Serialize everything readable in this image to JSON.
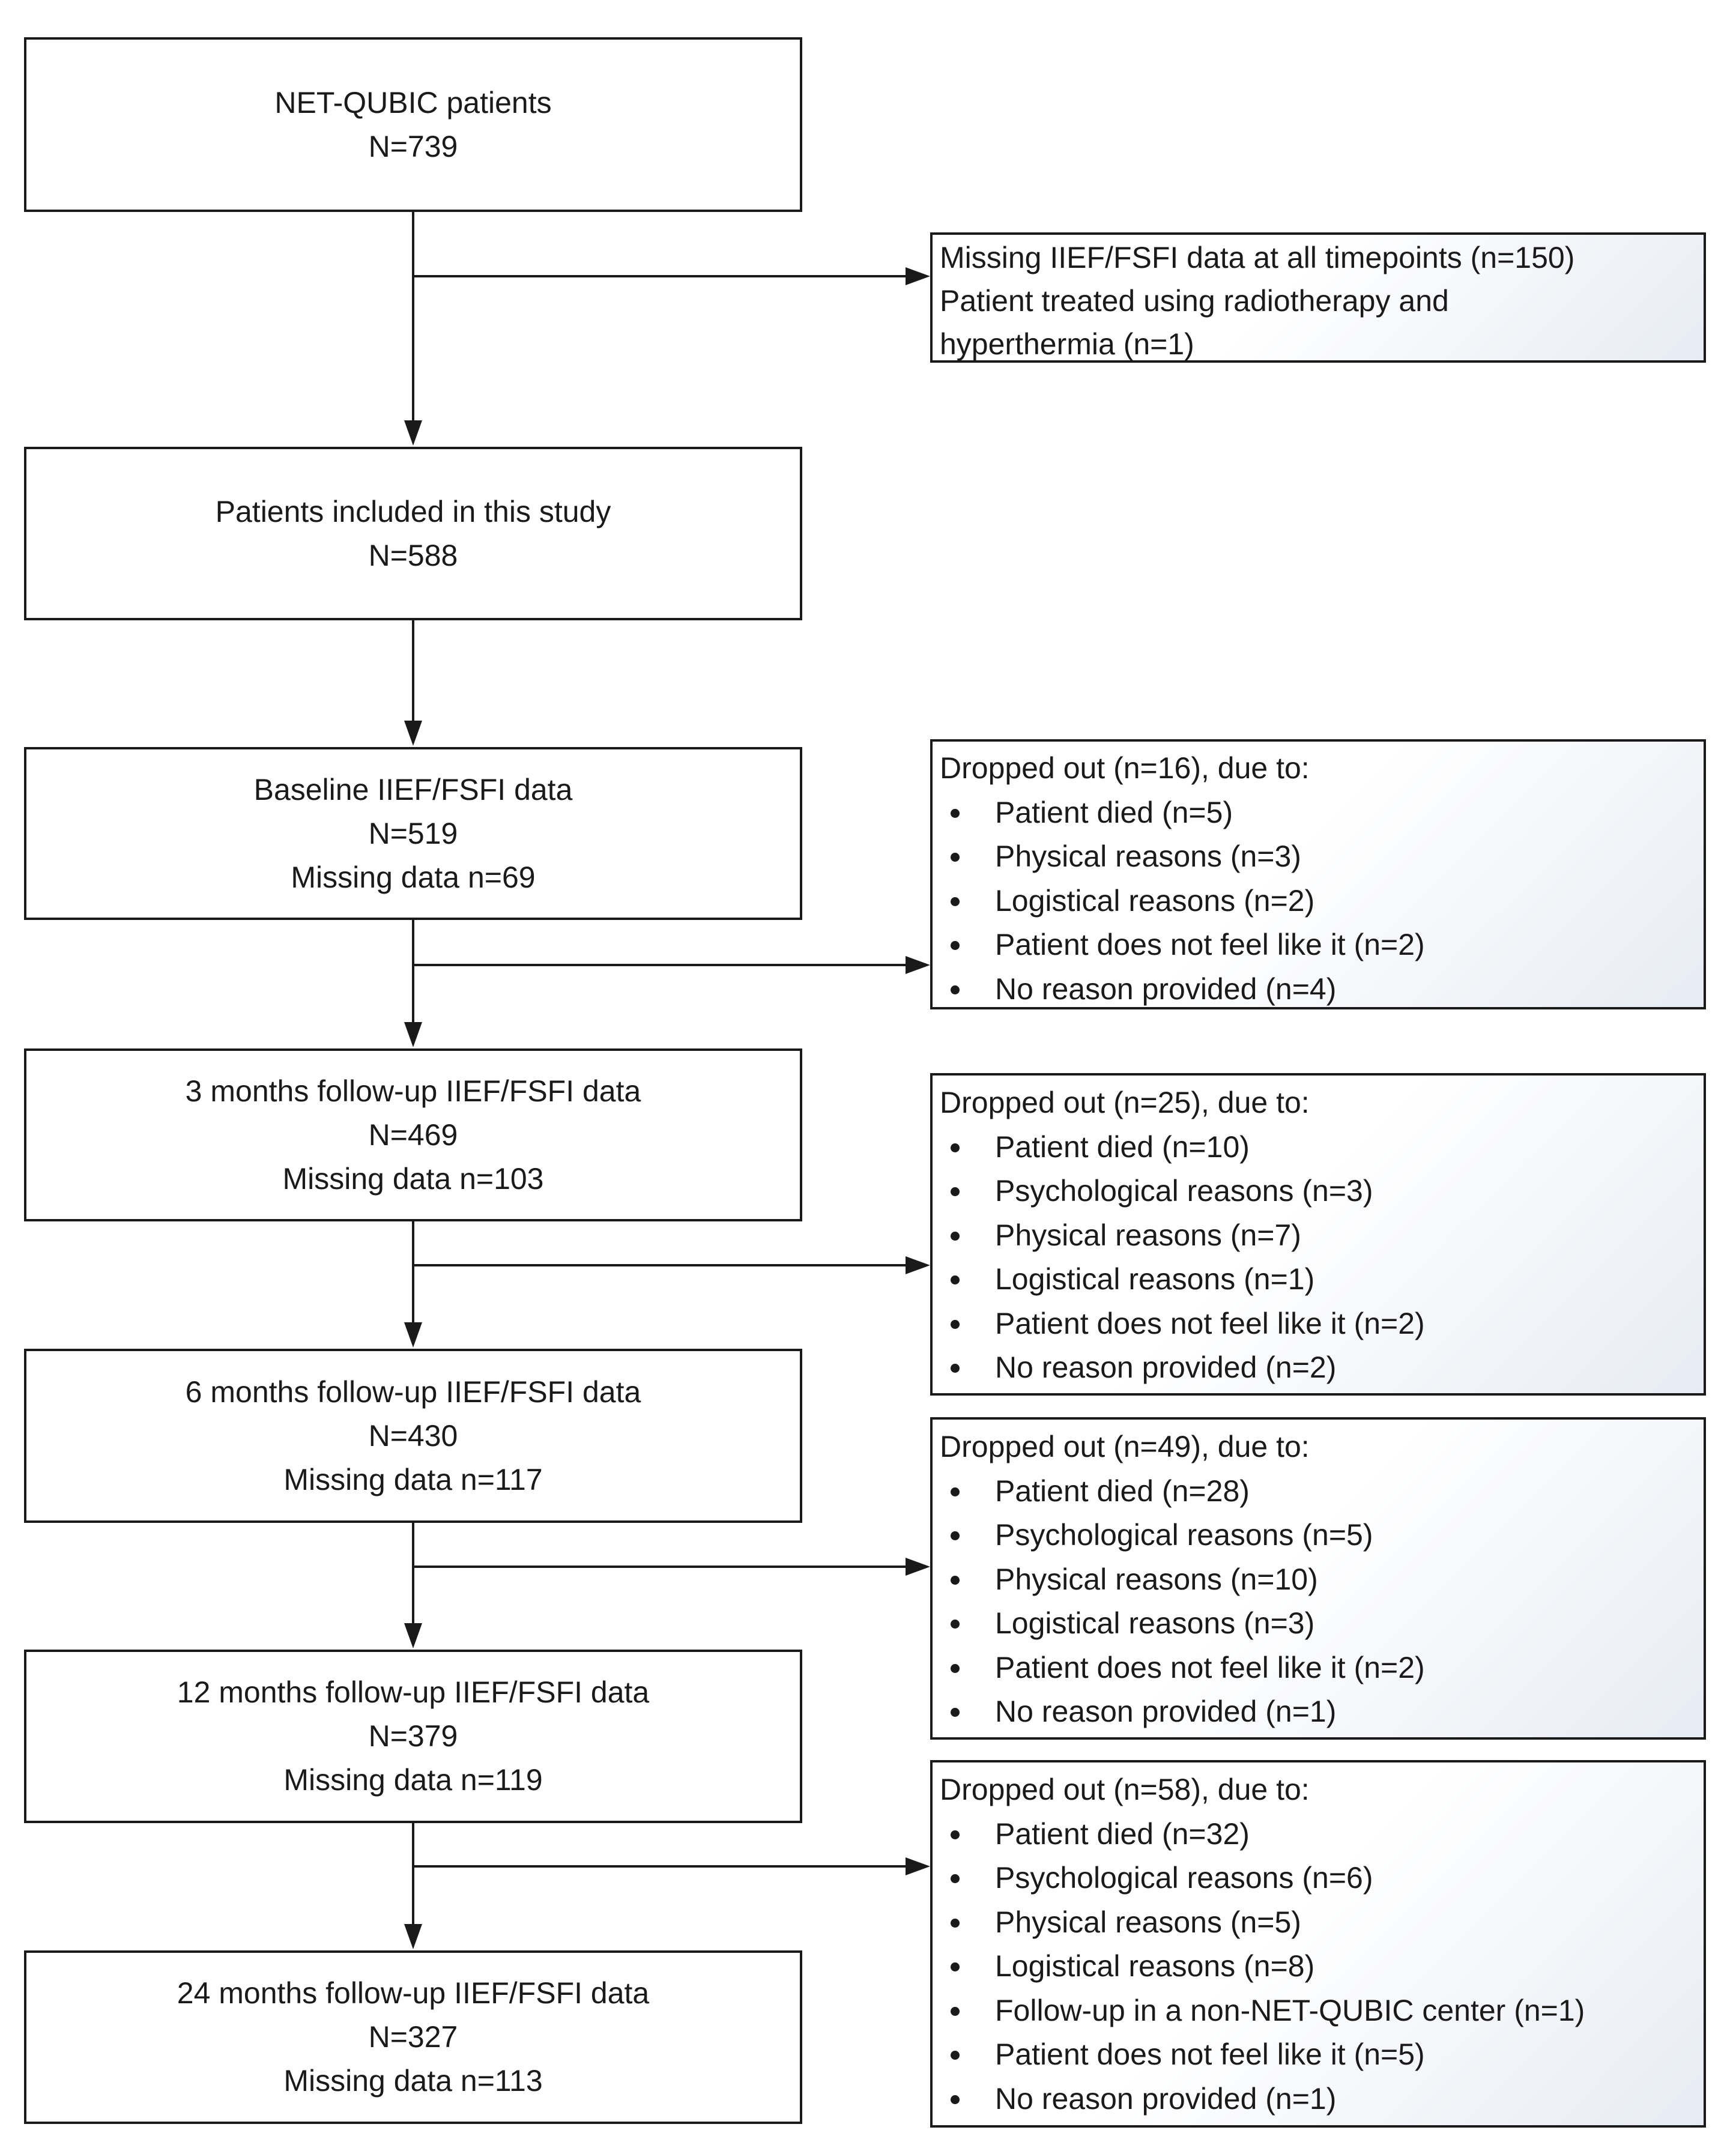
{
  "main_boxes": [
    {
      "lines": [
        "NET-QUBIC patients",
        "N=739"
      ]
    },
    {
      "lines": [
        "Patients included in this study",
        "N=588"
      ]
    },
    {
      "lines": [
        "Baseline IIEF/FSFI data",
        "N=519",
        "Missing data n=69"
      ]
    },
    {
      "lines": [
        "3 months follow-up IIEF/FSFI data",
        "N=469",
        "Missing data n=103"
      ]
    },
    {
      "lines": [
        "6 months follow-up IIEF/FSFI data",
        "N=430",
        "Missing data n=117"
      ]
    },
    {
      "lines": [
        "12 months follow-up IIEF/FSFI data",
        "N=379",
        "Missing data n=119"
      ]
    },
    {
      "lines": [
        "24 months follow-up IIEF/FSFI data",
        "N=327",
        "Missing data n=113"
      ]
    }
  ],
  "exclusion_box": {
    "lines": [
      "Missing IIEF/FSFI data at all timepoints (n=150)",
      "Patient treated using radiotherapy and",
      "hyperthermia (n=1)"
    ]
  },
  "dropout_boxes": [
    {
      "heading": "Dropped out (n=16), due to:",
      "items": [
        "Patient died (n=5)",
        "Physical reasons (n=3)",
        "Logistical reasons (n=2)",
        "Patient does not feel like it (n=2)",
        "No reason provided (n=4)"
      ]
    },
    {
      "heading": "Dropped out (n=25), due to:",
      "items": [
        "Patient died (n=10)",
        "Psychological reasons (n=3)",
        "Physical reasons (n=7)",
        "Logistical reasons (n=1)",
        "Patient does not feel like it  (n=2)",
        "No reason provided (n=2)"
      ]
    },
    {
      "heading": "Dropped out (n=49), due to:",
      "items": [
        "Patient died (n=28)",
        "Psychological reasons (n=5)",
        "Physical reasons (n=10)",
        "Logistical reasons (n=3)",
        "Patient does not feel like it  (n=2)",
        "No reason provided (n=1)"
      ]
    },
    {
      "heading": "Dropped out (n=58), due to:",
      "items": [
        "Patient died (n=32)",
        "Psychological reasons (n=6)",
        "Physical reasons (n=5)",
        "Logistical reasons (n=8)",
        "Follow-up in a non-NET-QUBIC center (n=1)",
        "Patient does not feel like it (n=5)",
        "No reason provided (n=1)"
      ]
    }
  ]
}
